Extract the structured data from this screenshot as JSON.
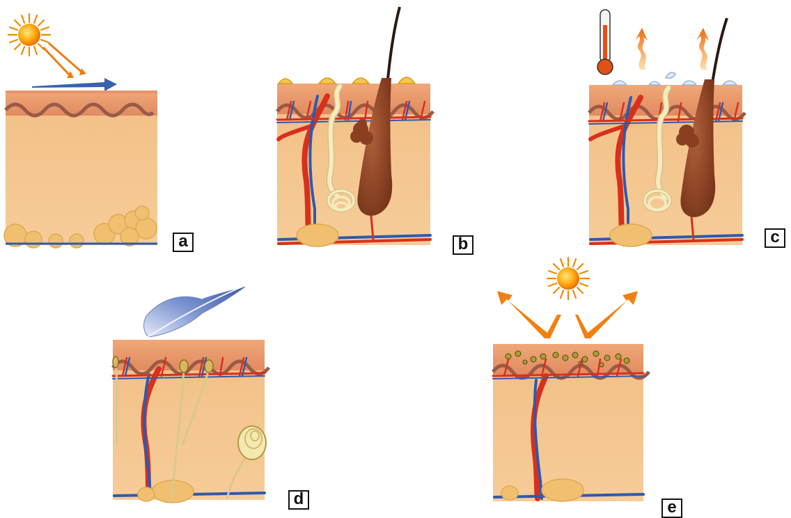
{
  "panels": [
    {
      "id": "a",
      "label": "a",
      "content": [
        "sun-icon",
        "light-rays",
        "reflection-arrow",
        "skin-cross-section",
        "fat-tissue"
      ]
    },
    {
      "id": "b",
      "label": "b",
      "content": [
        "sweat-beads",
        "sweat-gland",
        "hair-follicle",
        "sebaceous-gland",
        "blood-vessels"
      ]
    },
    {
      "id": "c",
      "label": "c",
      "content": [
        "thermometer-icon",
        "heat-arrows",
        "evaporating-sweat",
        "sweat-gland",
        "hair-follicle",
        "blood-vessels"
      ]
    },
    {
      "id": "d",
      "label": "d",
      "content": [
        "feather-icon",
        "touch-receptors",
        "pressure-receptor",
        "nerve-fibers",
        "blood-vessels"
      ]
    },
    {
      "id": "e",
      "label": "e",
      "content": [
        "sun-icon",
        "reflected-uv-arrows",
        "melanocytes",
        "blood-vessels"
      ]
    }
  ],
  "colors": {
    "epidermis": "#e8a070",
    "dermis": "#f4c48c",
    "artery": "#d8301c",
    "vein": "#2c5ab0",
    "sun": "#ffa000",
    "gland": "#f6eac0",
    "hair": "#8a4020"
  }
}
